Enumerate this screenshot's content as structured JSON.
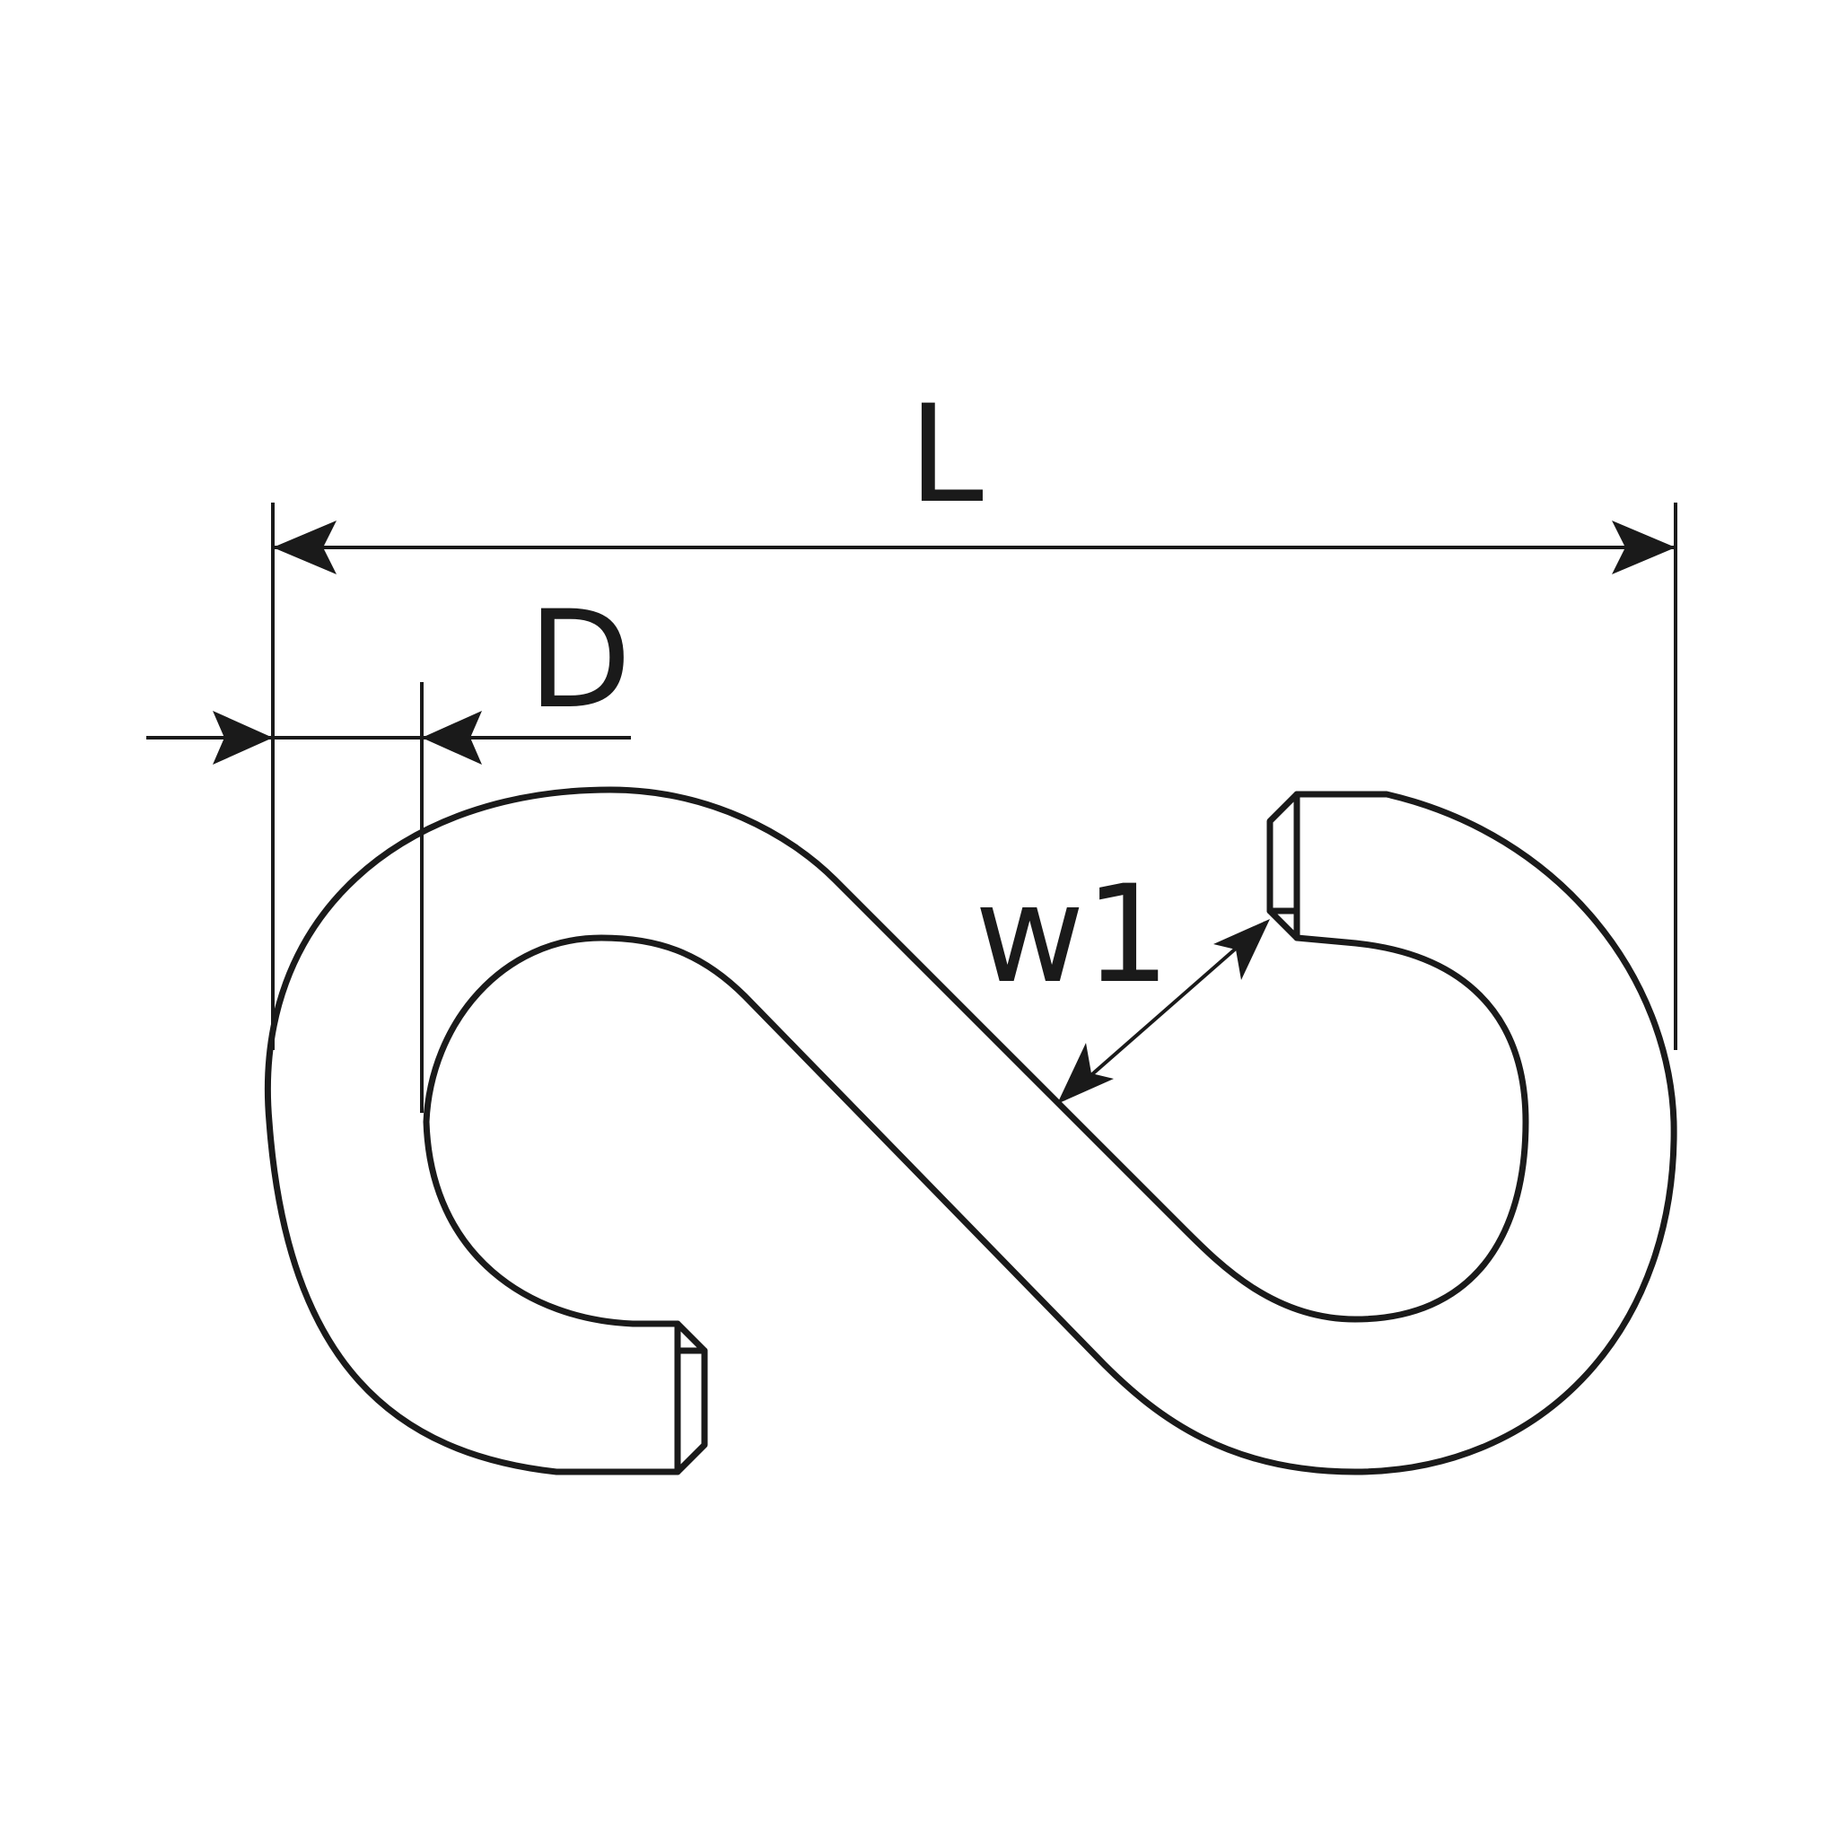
{
  "labels": {
    "length": "L",
    "diameter": "D",
    "opening_width": "w1"
  },
  "colors": {
    "line": "#1a1a1a",
    "background": "#ffffff"
  }
}
